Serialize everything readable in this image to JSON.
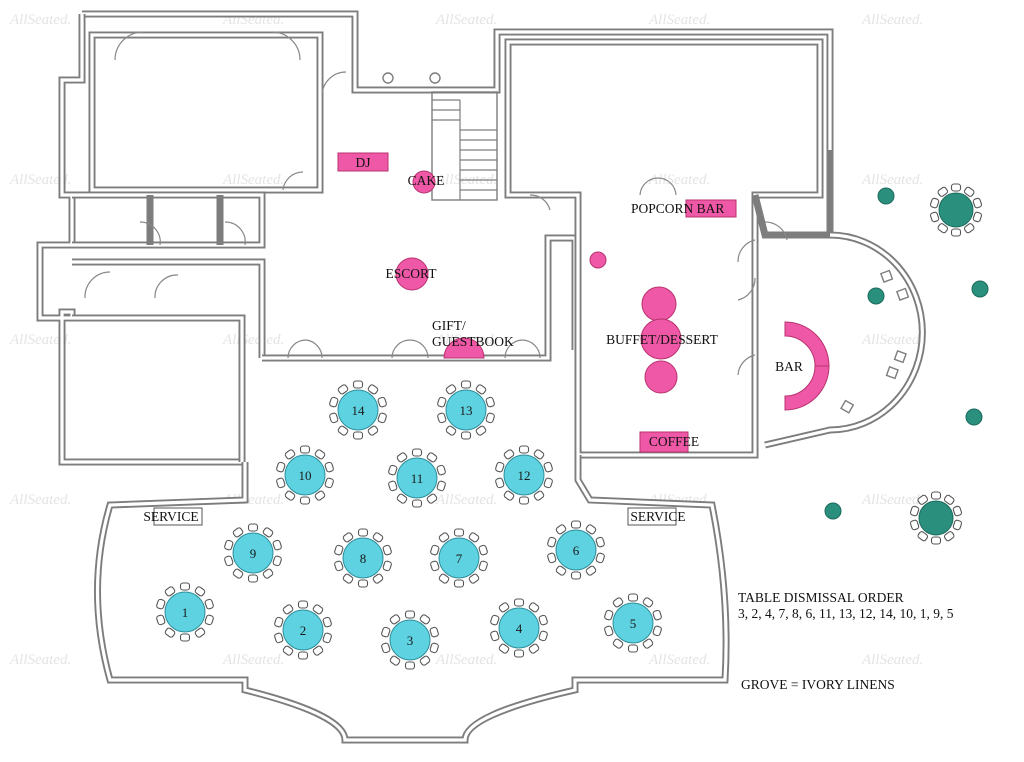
{
  "watermark": "AllSeated.",
  "labels": {
    "dj": "DJ",
    "cake": "CAKE",
    "escort": "ESCORT",
    "gift": "GIFT/",
    "guestbook": "GUESTBOOK",
    "popcorn": "POPCORN BAR",
    "buffet": "BUFFET/DESSERT",
    "bar": "BAR",
    "coffee": "COFFEE",
    "service_left": "SERVICE",
    "service_right": "SERVICE"
  },
  "legend": {
    "dismissal_title": "TABLE DISMISSAL ORDER",
    "dismissal_order": "3, 2, 4, 7, 8, 6, 11, 13, 12, 14, 10, 1, 9, 5",
    "grove_note": "GROVE = IVORY LINENS"
  },
  "tables": [
    {
      "number": "1"
    },
    {
      "number": "2"
    },
    {
      "number": "3"
    },
    {
      "number": "4"
    },
    {
      "number": "5"
    },
    {
      "number": "6"
    },
    {
      "number": "7"
    },
    {
      "number": "8"
    },
    {
      "number": "9"
    },
    {
      "number": "10"
    },
    {
      "number": "11"
    },
    {
      "number": "12"
    },
    {
      "number": "13"
    },
    {
      "number": "14"
    }
  ],
  "colors": {
    "table_fill": "#5ed2e0",
    "station_fill": "#ee58a6",
    "grove_fill": "#2a8f7d",
    "wall": "#7d7d7d"
  }
}
